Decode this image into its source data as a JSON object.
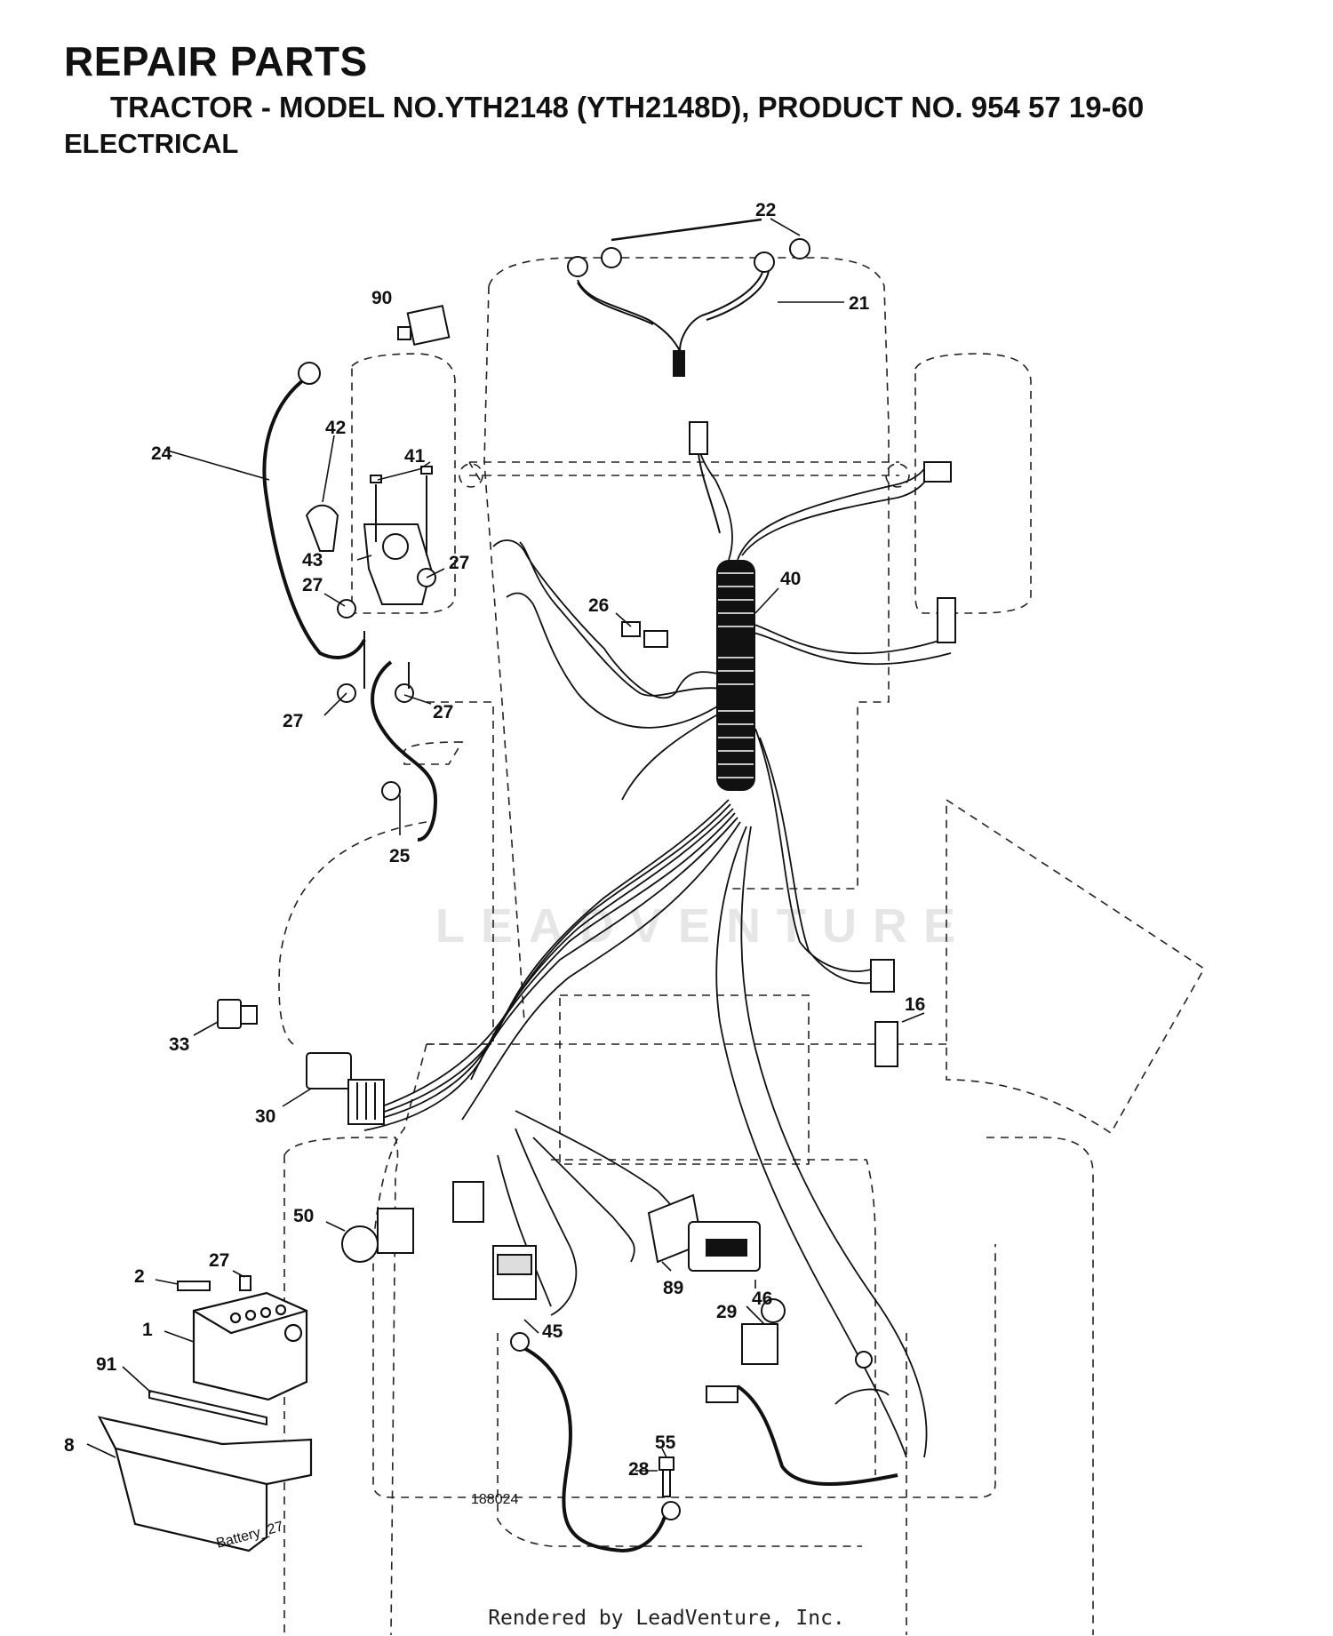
{
  "header": {
    "title": "REPAIR PARTS",
    "subtitle": "TRACTOR - MODEL NO.YTH2148 (YTH2148D), PRODUCT NO. 954 57 19-60",
    "section": "ELECTRICAL"
  },
  "diagram": {
    "ref_number": "188024",
    "battery_tag": "Battery_27",
    "watermark": "LEADVENTURE",
    "callouts": [
      "22",
      "21",
      "90",
      "24",
      "42",
      "41",
      "43",
      "27",
      "27",
      "40",
      "26",
      "27",
      "27",
      "25",
      "16",
      "33",
      "30",
      "50",
      "27",
      "2",
      "1",
      "91",
      "8",
      "45",
      "89",
      "46",
      "29",
      "55",
      "28"
    ]
  },
  "footer": {
    "text": "Rendered by LeadVenture, Inc."
  }
}
